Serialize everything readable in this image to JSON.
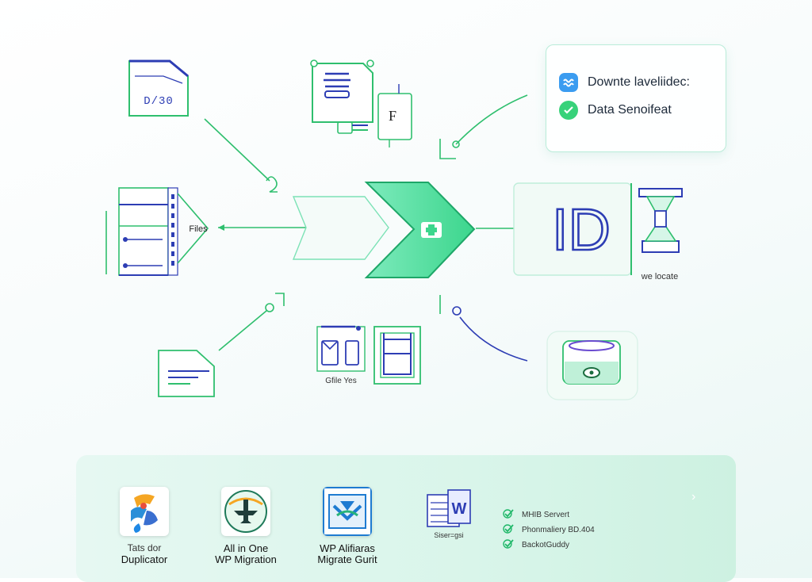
{
  "labels": {
    "files_arrow": "Files",
    "backup_file": "D/30",
    "doc_letter": "F",
    "id_monogram": "ID",
    "we_locate": "we locate",
    "gfile_yes": "Gfile Yes"
  },
  "info_card": {
    "items": [
      {
        "label": "Downte laveliidec:",
        "color": "#3b9cf0"
      },
      {
        "label": "Data Senoifeat",
        "color": "#38d27a"
      }
    ]
  },
  "tools": [
    {
      "line1": "Tats dor",
      "line2": "Duplicator"
    },
    {
      "line1": "All in One",
      "line2": "WP Migration"
    },
    {
      "line1": "WP Alifiaras",
      "line2": "Migrate Gurit"
    },
    {
      "line1": "Siser=gsi",
      "line2": ""
    }
  ],
  "checklist": [
    {
      "text": "MHIB Servert"
    },
    {
      "text": "Phonmaliery BD.404"
    },
    {
      "text": "BackotGuddy"
    }
  ],
  "chevron": "›",
  "colors": {
    "green": "#21b86a",
    "blue": "#2d3db4",
    "mint": "#6fe3b0"
  }
}
